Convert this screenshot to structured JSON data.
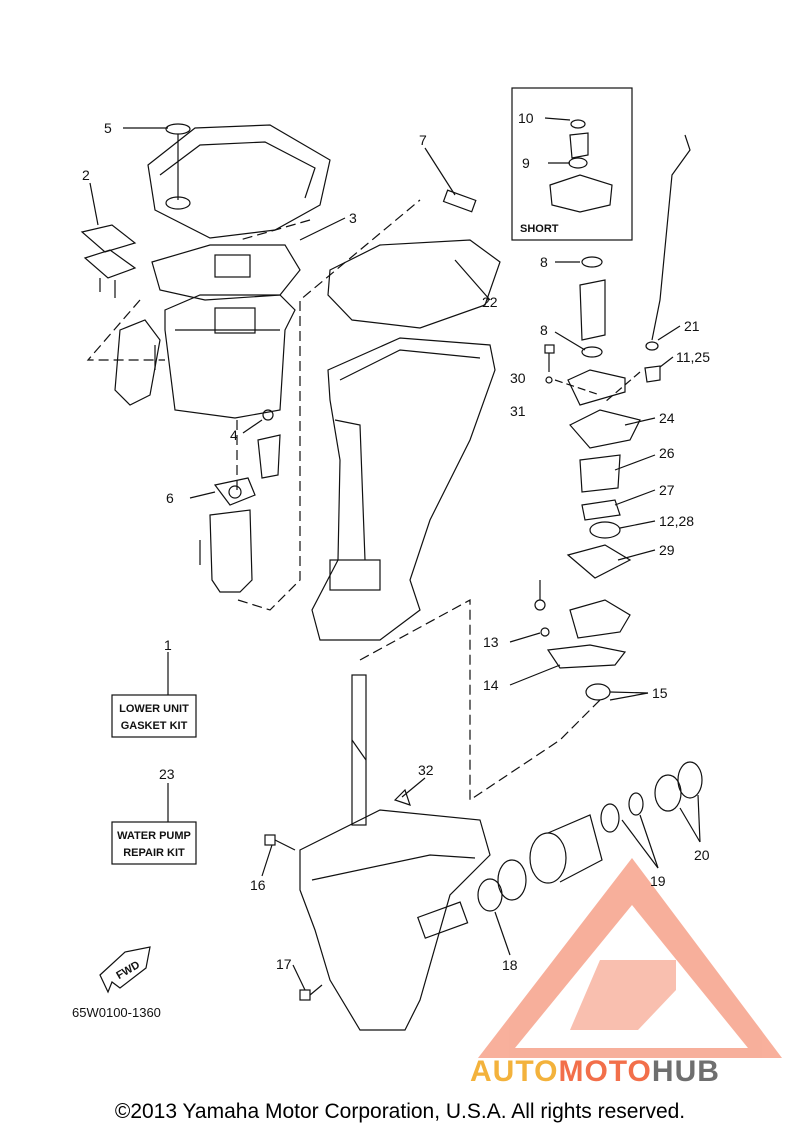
{
  "diagram": {
    "part_labels": [
      {
        "id": "p5",
        "text": "5"
      },
      {
        "id": "p2",
        "text": "2"
      },
      {
        "id": "p7",
        "text": "7"
      },
      {
        "id": "p3",
        "text": "3"
      },
      {
        "id": "p10",
        "text": "10"
      },
      {
        "id": "p9",
        "text": "9"
      },
      {
        "id": "p8a",
        "text": "8"
      },
      {
        "id": "p22",
        "text": "22"
      },
      {
        "id": "p8b",
        "text": "8"
      },
      {
        "id": "p21",
        "text": "21"
      },
      {
        "id": "p1125",
        "text": "11,25"
      },
      {
        "id": "p30",
        "text": "30"
      },
      {
        "id": "p31",
        "text": "31"
      },
      {
        "id": "p4",
        "text": "4"
      },
      {
        "id": "p24",
        "text": "24"
      },
      {
        "id": "p26",
        "text": "26"
      },
      {
        "id": "p6",
        "text": "6"
      },
      {
        "id": "p27",
        "text": "27"
      },
      {
        "id": "p1228",
        "text": "12,28"
      },
      {
        "id": "p29",
        "text": "29"
      },
      {
        "id": "p1",
        "text": "1"
      },
      {
        "id": "p13",
        "text": "13"
      },
      {
        "id": "p14",
        "text": "14"
      },
      {
        "id": "p15",
        "text": "15"
      },
      {
        "id": "p23",
        "text": "23"
      },
      {
        "id": "p32",
        "text": "32"
      },
      {
        "id": "p20",
        "text": "20"
      },
      {
        "id": "p16",
        "text": "16"
      },
      {
        "id": "p19",
        "text": "19"
      },
      {
        "id": "p18",
        "text": "18"
      },
      {
        "id": "p17",
        "text": "17"
      }
    ],
    "short_label": "SHORT",
    "kit_lower_line1": "LOWER UNIT",
    "kit_lower_line2": "GASKET KIT",
    "kit_pump_line1": "WATER PUMP",
    "kit_pump_line2": "REPAIR KIT",
    "fwd_label": "FWD",
    "diagram_id": "65W0100-1360"
  },
  "footer": {
    "copyright": "©2013 Yamaha Motor Corporation, U.S.A. All rights reserved."
  },
  "watermark": {
    "part_a": "AUTO",
    "part_b": "MOTO",
    "part_c": "HUB"
  },
  "colors": {
    "line": "#111111",
    "watermark_red": "#f26f4a",
    "watermark_orange": "#f3b23c",
    "watermark_gray": "#6f6f6f"
  }
}
